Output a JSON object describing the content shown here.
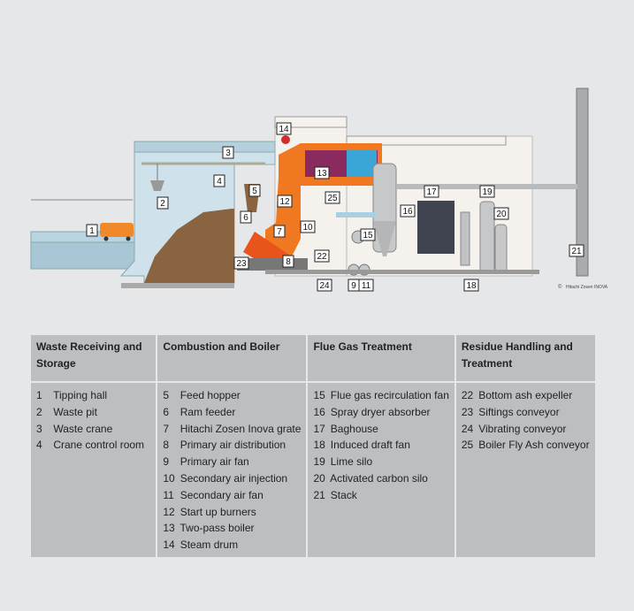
{
  "diagram": {
    "labels": [
      "1",
      "2",
      "3",
      "4",
      "5",
      "6",
      "7",
      "8",
      "9",
      "10",
      "11",
      "12",
      "13",
      "14",
      "15",
      "16",
      "17",
      "18",
      "19",
      "20",
      "21",
      "22",
      "23",
      "24",
      "25"
    ],
    "copyright": "©",
    "brand": "Hitachi Zosen INOVA"
  },
  "legend": {
    "columns": [
      {
        "title": "Waste Receiving and Storage",
        "items": [
          {
            "num": "1",
            "label": "Tipping hall"
          },
          {
            "num": "2",
            "label": "Waste pit"
          },
          {
            "num": "3",
            "label": "Waste crane"
          },
          {
            "num": "4",
            "label": "Crane control room"
          }
        ]
      },
      {
        "title": "Combustion and Boiler",
        "items": [
          {
            "num": "5",
            "label": "Feed hopper"
          },
          {
            "num": "6",
            "label": "Ram feeder"
          },
          {
            "num": "7",
            "label": "Hitachi Zosen Inova grate"
          },
          {
            "num": "8",
            "label": "Primary air distribution"
          },
          {
            "num": "9",
            "label": "Primary air fan"
          },
          {
            "num": "10",
            "label": "Secondary air injection"
          },
          {
            "num": "11",
            "label": "Secondary air fan"
          },
          {
            "num": "12",
            "label": "Start up burners"
          },
          {
            "num": "13",
            "label": "Two-pass boiler"
          },
          {
            "num": "14",
            "label": "Steam drum"
          }
        ]
      },
      {
        "title": "Flue Gas Treatment",
        "items": [
          {
            "num": "15",
            "label": "Flue gas recirculation fan"
          },
          {
            "num": "16",
            "label": "Spray dryer absorber"
          },
          {
            "num": "17",
            "label": "Baghouse"
          },
          {
            "num": "18",
            "label": "Induced draft fan"
          },
          {
            "num": "19",
            "label": "Lime silo"
          },
          {
            "num": "20",
            "label": "Activated carbon silo"
          },
          {
            "num": "21",
            "label": "Stack"
          }
        ]
      },
      {
        "title": "Residue Handling and Treatment",
        "items": [
          {
            "num": "22",
            "label": "Bottom ash expeller"
          },
          {
            "num": "23",
            "label": "Siftings conveyor"
          },
          {
            "num": "24",
            "label": "Vibrating conveyor"
          },
          {
            "num": "25",
            "label": "Boiler Fly Ash conveyor"
          }
        ]
      }
    ]
  }
}
